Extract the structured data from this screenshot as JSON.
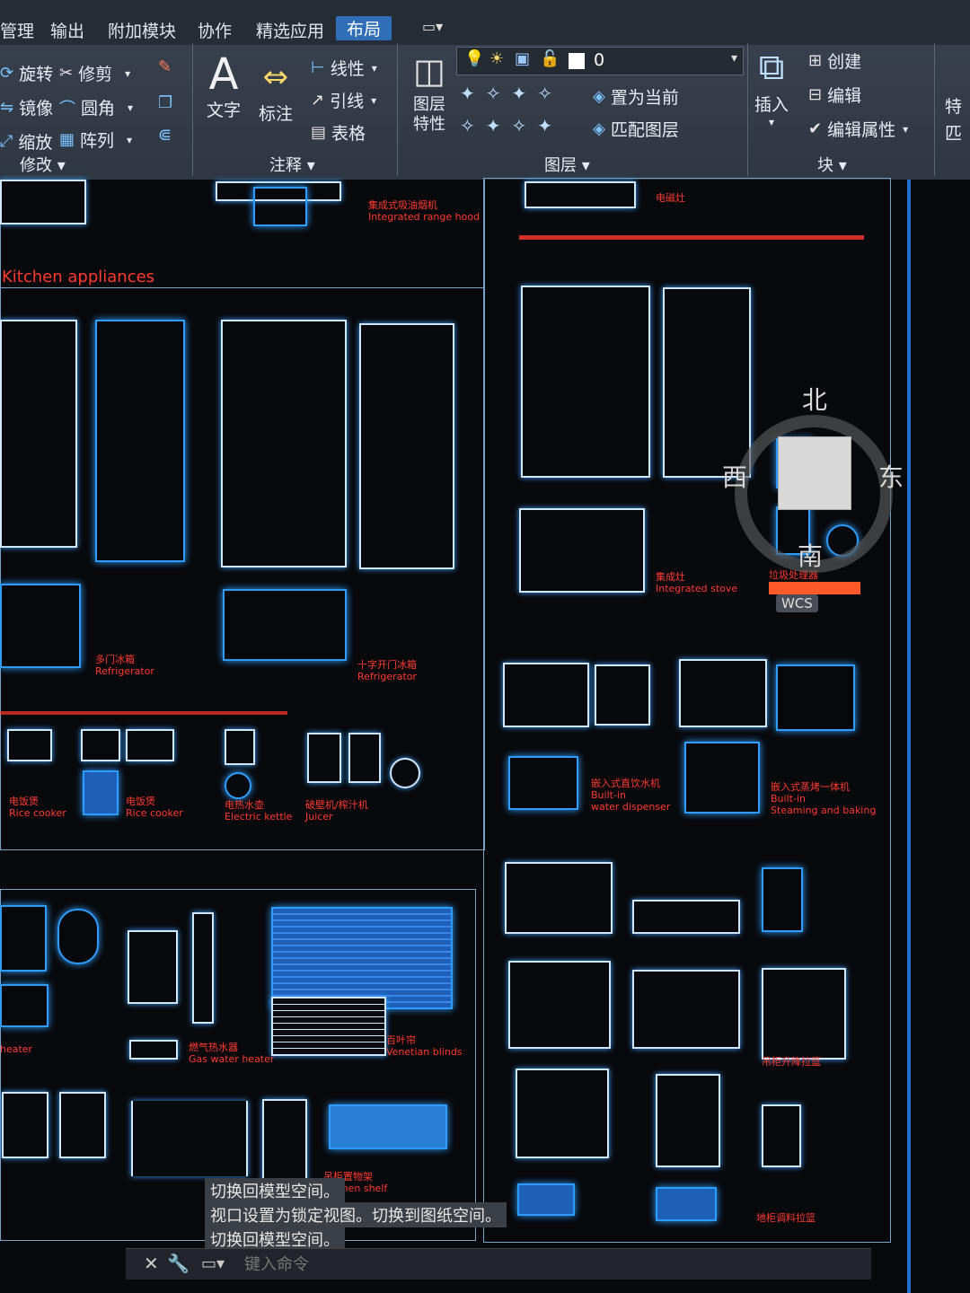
{
  "tabs": {
    "t0": "管理",
    "t1": "输出",
    "t2": "附加模块",
    "t3": "协作",
    "t4": "精选应用",
    "t5": "布局"
  },
  "modify": {
    "rotate": "旋转",
    "trim": "修剪",
    "mirror": "镜像",
    "fillet": "圆角",
    "scale": "缩放",
    "array": "阵列",
    "group_label": "修改"
  },
  "annotation": {
    "text": "文字",
    "dimension": "标注",
    "linear": "线性",
    "leader": "引线",
    "table": "表格",
    "group_label": "注释"
  },
  "layers": {
    "properties": "图层特性",
    "current_layer": "0",
    "set_current": "置为当前",
    "match_layer": "匹配图层",
    "group_label": "图层"
  },
  "block": {
    "insert": "插入",
    "create": "创建",
    "edit": "编辑",
    "edit_attributes": "编辑属性",
    "group_label": "块"
  },
  "right_edge": {
    "a": "特",
    "b": "匹"
  },
  "compass": {
    "north": "北",
    "south": "南",
    "east": "东",
    "west": "西",
    "wcs": "WCS"
  },
  "drawing": {
    "section_title": "Kitchen appliances",
    "hood_cn": "集成式吸油烟机",
    "hood_en": "Integrated range hood",
    "stove_top": "电磁灶",
    "fridge_multi_cn": "多门冰箱",
    "fridge_multi_en": "Refrigerator",
    "fridge_cross_cn": "十字开门冰箱",
    "fridge_cross_en": "Refrigerator",
    "rice1_cn": "电饭煲",
    "rice1_en": "Rice cooker",
    "rice2_cn": "电饭煲",
    "rice2_en": "Rice cooker",
    "kettle_cn": "电热水壶",
    "kettle_en": "Electric kettle",
    "juicer_cn": "破壁机/榨汁机",
    "juicer_en": "Juicer",
    "int_stove_cn": "集成灶",
    "int_stove_en": "Integrated stove",
    "waste_cn": "垃圾处理器",
    "dispenser_cn": "嵌入式直饮水机",
    "dispenser_en1": "Built-in",
    "dispenser_en2": "water dispenser",
    "steam_cn": "嵌入式蒸烤一体机",
    "steam_en1": "Built-in",
    "steam_en2": "Steaming and baking",
    "heater_en": "heater",
    "gas_heater_cn": "燃气热水器",
    "gas_heater_en": "Gas water heater",
    "blinds_cn": "百叶帘",
    "blinds_en": "Venetian blinds",
    "shelf_cn": "吊柜置物架",
    "shelf_en": "Kitchen shelf",
    "lift_cn": "吊柜升降拉篮",
    "basket_cn": "地柜调料拉篮"
  },
  "command": {
    "msg1": "切换回模型空间。",
    "msg2": "视口设置为锁定视图。切换到图纸空间。",
    "msg3": "切换回模型空间。",
    "placeholder": "键入命令"
  },
  "colors": {
    "accent": "#2f6fb8",
    "cad_red": "#ff3b2f",
    "cad_blue": "#2f9dff"
  }
}
